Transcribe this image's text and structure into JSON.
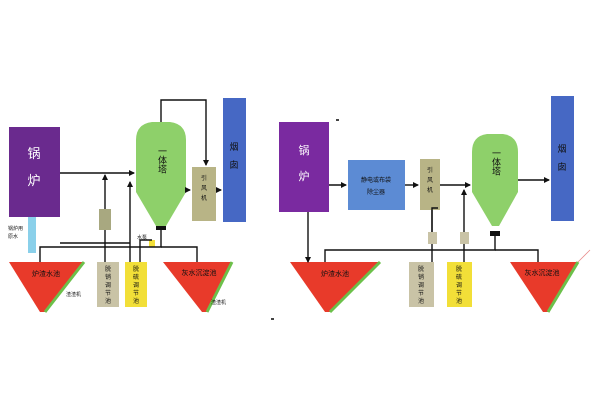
{
  "left": {
    "boiler": {
      "c1": "锅",
      "c2": "炉"
    },
    "tower": "一体塔",
    "fan": {
      "c1": "引",
      "c2": "风",
      "c3": "机"
    },
    "chimney": {
      "c1": "烟",
      "c2": "囱"
    },
    "boiler_slag_water": {
      "l1": "锅炉用",
      "l2": "原水"
    },
    "slag_pool": "炉渣水池",
    "slag_machine_1": "渣渣机",
    "denitration_tank": {
      "c1": "脱",
      "c2": "销",
      "c3": "调",
      "c4": "节",
      "c5": "池"
    },
    "desulfurization_tank": {
      "c1": "脱",
      "c2": "硫",
      "c3": "调",
      "c4": "节",
      "c5": "池"
    },
    "pump": "水泵",
    "ash_pool": "灰水沉淀池",
    "slag_machine_2": "渣渣机"
  },
  "right": {
    "boiler": {
      "c1": "锅",
      "c2": "炉"
    },
    "collector": {
      "l1": "静电或布袋",
      "l2": "除尘器"
    },
    "fan": {
      "c1": "引",
      "c2": "风",
      "c3": "机"
    },
    "tower": "一体塔",
    "chimney": {
      "c1": "烟",
      "c2": "囱"
    },
    "slag_pool": "炉渣水池",
    "denitration_tank": {
      "c1": "脱",
      "c2": "销",
      "c3": "调",
      "c4": "节",
      "c5": "池"
    },
    "desulfurization_tank": {
      "c1": "脱",
      "c2": "硫",
      "c3": "调",
      "c4": "节",
      "c5": "池"
    },
    "ash_pool": "灰水沉淀池"
  },
  "colors": {
    "boiler": "#6a2a8e",
    "tower": "#8ed06a",
    "chimney": "#4668c4",
    "fan": "#b8b486",
    "collector": "#5c8bd4",
    "pool": "#e83a2a",
    "pool_edge": "#6cc04a",
    "denitration": "#c9c3a6",
    "desulfurization": "#f2df38",
    "line": "#111111",
    "water": "#8ad0ea"
  }
}
